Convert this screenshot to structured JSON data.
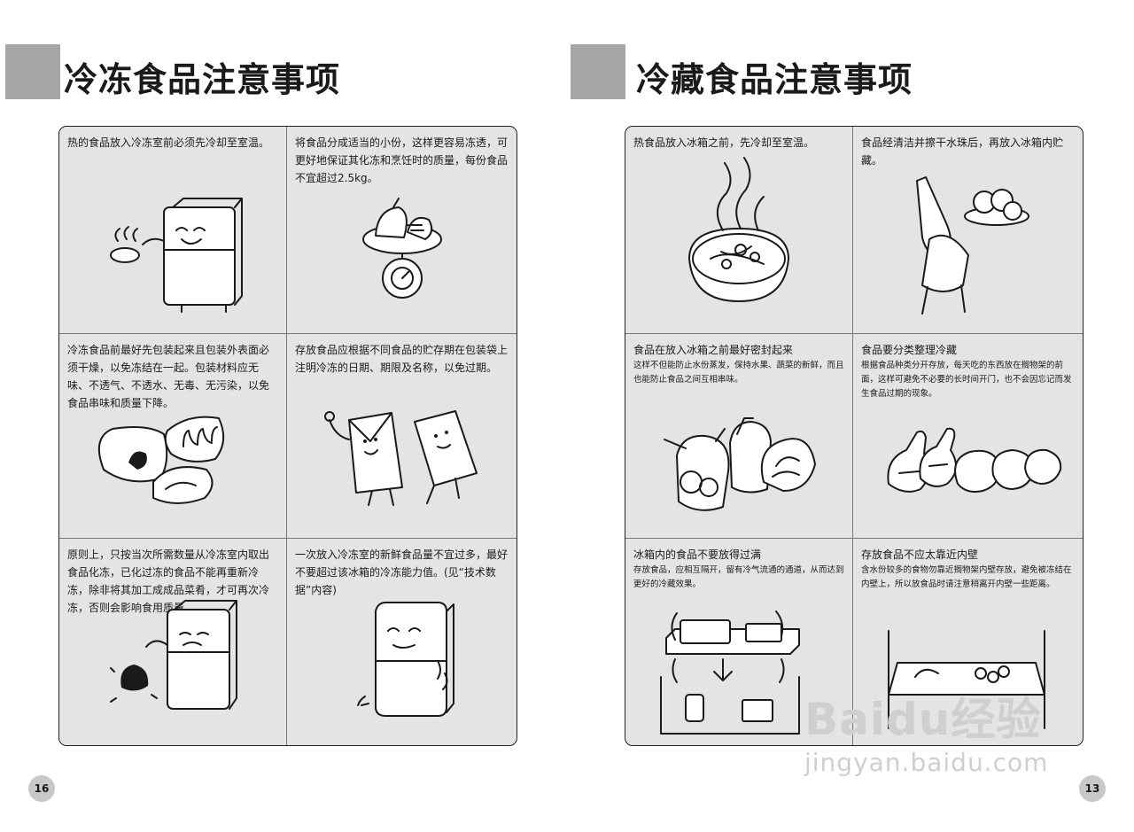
{
  "left_page": {
    "title": "冷冻食品注意事项",
    "page_number": "16",
    "cells": [
      {
        "text": "热的食品放入冷冻室前必须先冷却至室温。"
      },
      {
        "text": "将食品分成适当的小份，这样更容易冻透，可更好地保证其化冻和烹饪时的质量，每份食品不宜超过2.5kg。"
      },
      {
        "text": "冷冻食品前最好先包装起来且包装外表面必须干燥，以免冻结在一起。包装材料应无味、不透气、不透水、无毒、无污染，以免食品串味和质量下降。"
      },
      {
        "text": "存放食品应根据不同食品的贮存期在包装袋上注明冷冻的日期、期限及名称，以免过期。"
      },
      {
        "text": "原则上，只按当次所需数量从冷冻室内取出食品化冻，已化过冻的食品不能再重新冷冻，除非将其加工成成品菜肴，才可再次冷冻，否则会影响食用质量。"
      },
      {
        "text": "一次放入冷冻室的新鲜食品量不宜过多，最好不要超过该冰箱的冷冻能力值。(见“技术数据”内容)"
      }
    ]
  },
  "right_page": {
    "title": "冷藏食品注意事项",
    "page_number": "13",
    "cells": [
      {
        "heading": "热食品放入冰箱之前，先冷却至室温。",
        "detail": ""
      },
      {
        "heading": "食品经清洁并擦干水珠后，再放入冰箱内贮藏。",
        "detail": ""
      },
      {
        "heading": "食品在放入冰箱之前最好密封起来",
        "detail": "这样不但能防止水份蒸发，保持水果、蔬菜的新鲜，而且也能防止食品之间互相串味。"
      },
      {
        "heading": "食品要分类整理冷藏",
        "detail": "根据食品种类分开存放，每天吃的东西放在搁物架的前面，这样可避免不必要的长时间开门，也不会因忘记而发生食品过期的现象。"
      },
      {
        "heading": "冰箱内的食品不要放得过满",
        "detail": "存放食品，应相互隔开，留有冷气流通的通道，从而达到更好的冷藏效果。"
      },
      {
        "heading": "存放食品不应太靠近内壁",
        "detail": "含水份较多的食物勿靠近搁物架内壁存放，避免被冻结在内壁上，所以放食品时请注意稍离开内壁一些距离。"
      }
    ]
  },
  "watermark": {
    "main": "Baidu经验",
    "sub": "jingyan.baidu.com"
  }
}
